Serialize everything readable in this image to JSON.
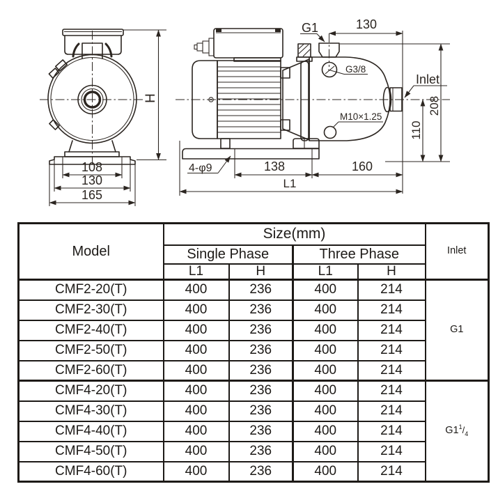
{
  "drawings": {
    "front": {
      "dim_base_inner": "108",
      "dim_base_mid": "130",
      "dim_base_outer": "165",
      "dim_height": "H"
    },
    "side": {
      "outlet_label": "G1",
      "dim_outlet_offset": "130",
      "plug_top_label": "G3/8",
      "inlet_label": "Inlet",
      "plug_bottom_label": "M10×1.25",
      "dim_inlet_height": "110",
      "dim_total_height": "208",
      "holes_label": "4-φ9",
      "dim_foot_span": "138",
      "dim_foot_to_inlet": "160",
      "dim_length": "L1"
    }
  },
  "table": {
    "headers": {
      "model": "Model",
      "size": "Size(mm)",
      "single_phase": "Single Phase",
      "three_phase": "Three Phase",
      "l1": "L1",
      "h": "H",
      "l1_2": "L1",
      "h_2": "H",
      "inlet": "Inlet"
    },
    "rows": [
      {
        "model": "CMF2-20(T)",
        "sp_l1": "400",
        "sp_h": "236",
        "tp_l1": "400",
        "tp_h": "214"
      },
      {
        "model": "CMF2-30(T)",
        "sp_l1": "400",
        "sp_h": "236",
        "tp_l1": "400",
        "tp_h": "214"
      },
      {
        "model": "CMF2-40(T)",
        "sp_l1": "400",
        "sp_h": "236",
        "tp_l1": "400",
        "tp_h": "214"
      },
      {
        "model": "CMF2-50(T)",
        "sp_l1": "400",
        "sp_h": "236",
        "tp_l1": "400",
        "tp_h": "214"
      },
      {
        "model": "CMF2-60(T)",
        "sp_l1": "400",
        "sp_h": "236",
        "tp_l1": "400",
        "tp_h": "214"
      },
      {
        "model": "CMF4-20(T)",
        "sp_l1": "400",
        "sp_h": "236",
        "tp_l1": "400",
        "tp_h": "214"
      },
      {
        "model": "CMF4-30(T)",
        "sp_l1": "400",
        "sp_h": "236",
        "tp_l1": "400",
        "tp_h": "214"
      },
      {
        "model": "CMF4-40(T)",
        "sp_l1": "400",
        "sp_h": "236",
        "tp_l1": "400",
        "tp_h": "214"
      },
      {
        "model": "CMF4-50(T)",
        "sp_l1": "400",
        "sp_h": "236",
        "tp_l1": "400",
        "tp_h": "214"
      },
      {
        "model": "CMF4-60(T)",
        "sp_l1": "400",
        "sp_h": "236",
        "tp_l1": "400",
        "tp_h": "214"
      }
    ],
    "inlet_groups": {
      "g1": {
        "base": "G1"
      },
      "g1_quarter": {
        "base": "G1",
        "sup": "1",
        "slash": "/",
        "sub": "4"
      }
    }
  }
}
